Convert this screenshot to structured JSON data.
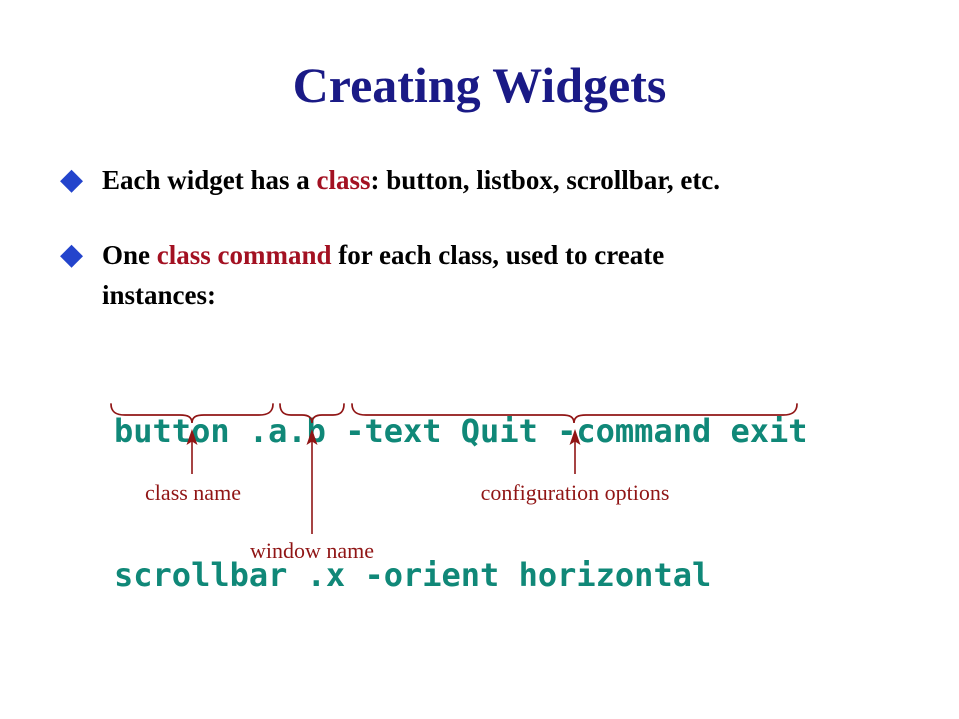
{
  "slide": {
    "title": "Creating Widgets",
    "bullet_glyph": "◆",
    "bullets": [
      {
        "segments": {
          "pre": "Each widget has a ",
          "highlight": "class",
          "post": ": button, listbox, scrollbar, etc."
        }
      },
      {
        "segments": {
          "pre": "One ",
          "highlight": "class command",
          "post": " for each class, used to create",
          "line2": "instances:"
        }
      }
    ],
    "code_lines": [
      "button .a.b -text Quit -command exit",
      "scrollbar .x -orient horizontal"
    ],
    "annotations": {
      "class_name": "class name",
      "window_name": "window name",
      "config_options": "configuration options"
    },
    "colors": {
      "title": "#1a1a86",
      "bullet": "#2344cc",
      "body": "#000000",
      "highlight": "#a31122",
      "code": "#108878",
      "annotation": "#901515",
      "background": "#ffffff"
    }
  }
}
